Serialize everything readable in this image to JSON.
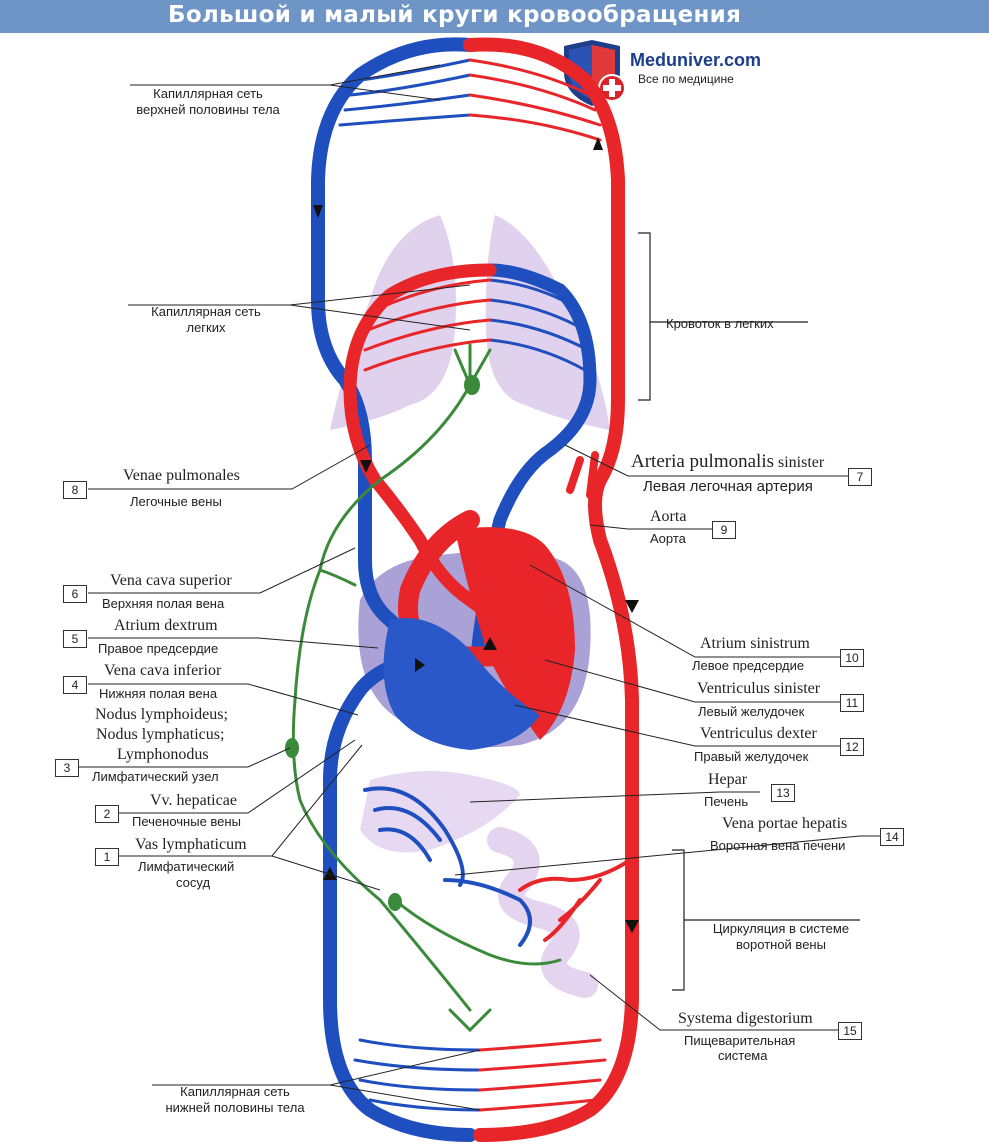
{
  "title": "Большой и малый круги кровообращения",
  "logo": {
    "brand": "Meduniver.com",
    "tagline": "Все по медицине"
  },
  "group_labels": {
    "cap_upper": [
      "Капиллярная сеть",
      "верхней половины тела"
    ],
    "cap_lungs": [
      "Капиллярная сеть",
      "легких"
    ],
    "lung_flow": "Кровоток в легких",
    "portal_circ": [
      "Циркуляция в системе",
      "воротной вены"
    ],
    "cap_lower": [
      "Капиллярная сеть",
      "нижней половины тела"
    ]
  },
  "left_items": [
    {
      "num": "8",
      "latin": "Venae pulmonales",
      "russian": "Легочные вены"
    },
    {
      "num": "6",
      "latin": "Vena cava superior",
      "russian": "Верхняя полая вена"
    },
    {
      "num": "5",
      "latin": "Atrium dextrum",
      "russian": "Правое предсердие"
    },
    {
      "num": "4",
      "latin": "Vena cava inferior",
      "russian": "Нижняя полая вена"
    },
    {
      "num": "3",
      "latin_lines": [
        "Nodus lymphoideus;",
        "Nodus lymphaticus;",
        "Lymphonodus"
      ],
      "russian": "Лимфатический узел"
    },
    {
      "num": "2",
      "latin": "Vv. hepaticae",
      "russian": "Печеночные вены"
    },
    {
      "num": "1",
      "latin": "Vas lymphaticum",
      "russian_lines": [
        "Лимфатический",
        "сосуд"
      ]
    }
  ],
  "right_items": [
    {
      "num": "7",
      "latin": "Arteria pulmonalis",
      "latin_suffix": "sinister",
      "russian": "Левая легочная артерия"
    },
    {
      "num": "9",
      "latin": "Aorta",
      "russian": "Аорта"
    },
    {
      "num": "10",
      "latin": "Atrium sinistrum",
      "russian": "Левое предсердие"
    },
    {
      "num": "11",
      "latin": "Ventriculus sinister",
      "russian": "Левый желудочек"
    },
    {
      "num": "12",
      "latin": "Ventriculus dexter",
      "russian": "Правый желудочек"
    },
    {
      "num": "13",
      "latin": "Hepar",
      "russian": "Печень"
    },
    {
      "num": "14",
      "latin": "Vena portae hepatis",
      "russian": "Воротная вена печени"
    },
    {
      "num": "15",
      "latin": "Systema digestorium",
      "russian_lines": [
        "Пищеварительная",
        "система"
      ]
    }
  ],
  "colors": {
    "artery": "#e8262a",
    "vein": "#1f4fbf",
    "lymph": "#3a8a3a",
    "organ": "#d9c6ea",
    "heart_sac": "#9b91cf",
    "title_bar": "#6f94c6"
  }
}
